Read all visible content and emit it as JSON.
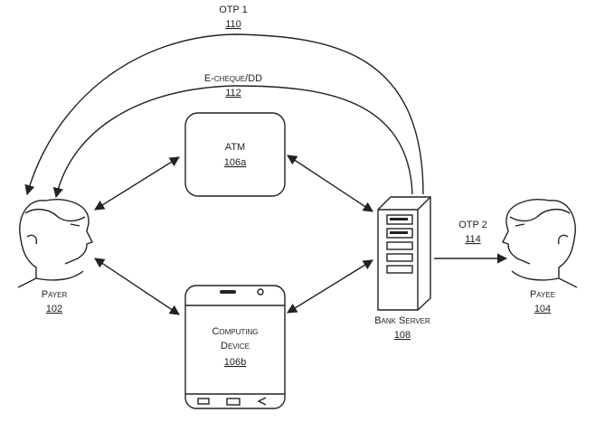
{
  "labels": {
    "otp1": {
      "name": "OTP 1",
      "ref": "110"
    },
    "echeque": {
      "name": "E-cheque/DD",
      "ref": "112"
    },
    "atm": {
      "name": "ATM",
      "ref": "106a"
    },
    "otp2": {
      "name": "OTP 2",
      "ref": "114"
    },
    "payer": {
      "name": "Payer",
      "ref": "102"
    },
    "payee": {
      "name": "Payee",
      "ref": "104"
    },
    "bank": {
      "name": "Bank Server",
      "ref": "108"
    },
    "device": {
      "line1": "Computing",
      "line2": "Device",
      "ref": "106b"
    }
  }
}
